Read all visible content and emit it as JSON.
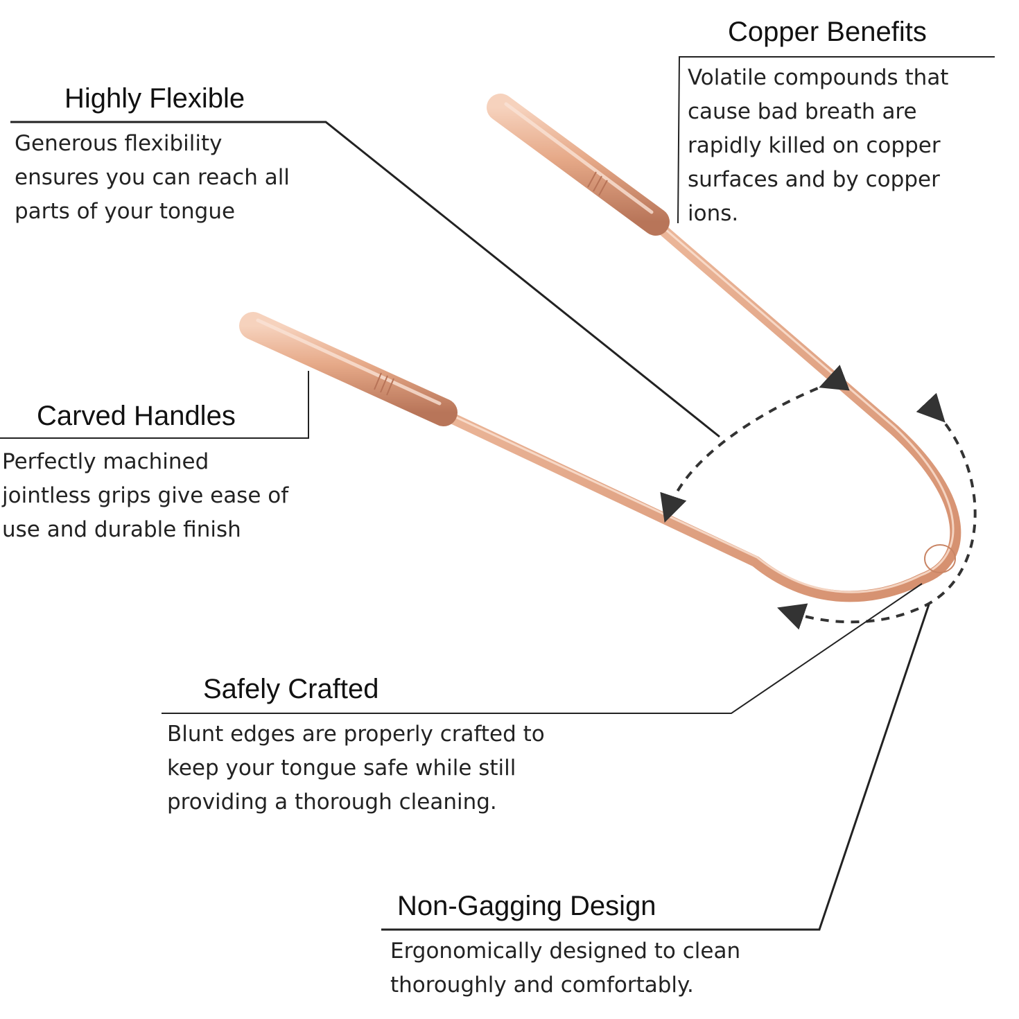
{
  "colors": {
    "copper_light": "#f3c3a8",
    "copper_mid": "#e3a381",
    "copper_dark": "#bd7c5e",
    "leader_line": "#222222",
    "text": "#1a1a1a"
  },
  "illustration": "copper-tongue-scraper",
  "annotations": {
    "flexible": {
      "title": "Highly Flexible",
      "lines": [
        "Generous flexibility",
        "ensures you can reach all",
        "parts of your tongue"
      ]
    },
    "copper": {
      "title": "Copper Benefits",
      "lines": [
        "Volatile compounds that",
        "cause bad breath are",
        "rapidly killed on copper",
        "surfaces and by copper",
        "ions."
      ]
    },
    "handles": {
      "title": "Carved Handles",
      "lines": [
        "Perfectly machined",
        "jointless grips give ease of",
        "use and durable finish"
      ]
    },
    "safe": {
      "title": "Safely Crafted",
      "lines": [
        "Blunt edges are properly crafted to",
        "keep your tongue safe while still",
        "providing a thorough cleaning."
      ]
    },
    "gagging": {
      "title": "Non-Gagging Design",
      "lines": [
        "Ergonomically designed to clean",
        "thoroughly and comfortably."
      ]
    }
  }
}
